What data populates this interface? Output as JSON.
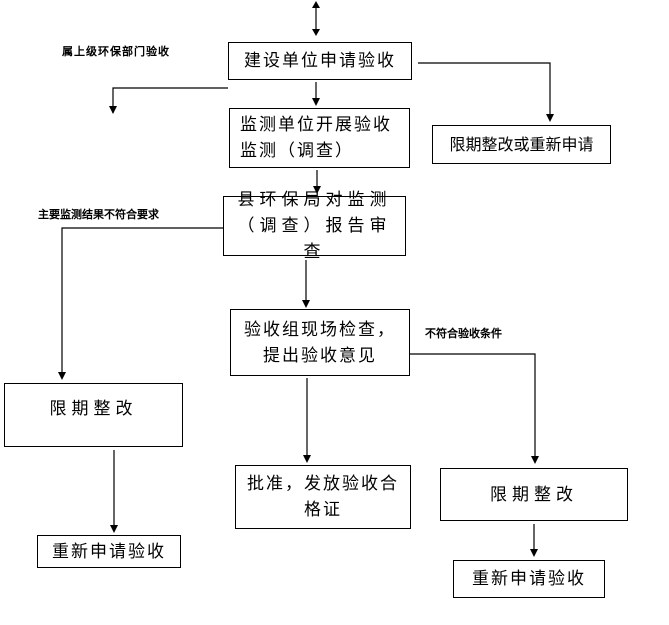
{
  "nodes": {
    "apply": "建设单位申请验收",
    "monitoring": "监测单位开展验收监测（调查）",
    "review": "县环保局对监测（调查）报告审查",
    "inspection": "验收组现场检查，提出验收意见",
    "approve": "批准，发放验收合格证",
    "rectify_or_reapply": "限期整改或重新申请",
    "rectify_left": "限期整改",
    "reapply_left": "重新申请验收",
    "rectify_right": "限期整改",
    "reapply_right": "重新申请验收"
  },
  "labels": {
    "higher_level": "属上级环保部门验收",
    "results_fail": "主要监测结果不符合要求",
    "conditions_fail": "不符合验收条件"
  }
}
